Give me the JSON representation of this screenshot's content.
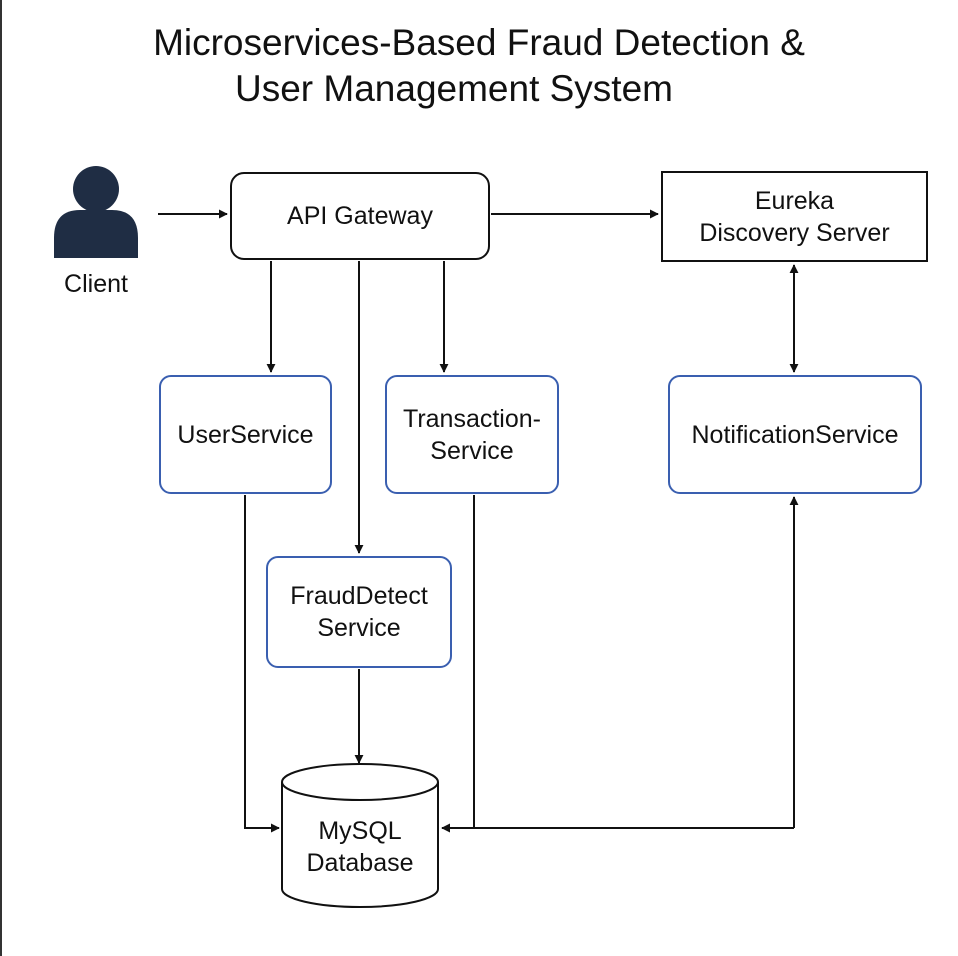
{
  "title": {
    "line1": "Microservices-Based Fraud Detection &",
    "line2": "User Management System"
  },
  "client": {
    "label": "Client",
    "icon": "user-icon",
    "color": "#1f2d44"
  },
  "nodes": {
    "gateway": {
      "label": "API Gateway"
    },
    "eureka": {
      "line1": "Eureka",
      "line2": "Discovery Server"
    },
    "user_service": {
      "label": "UserService"
    },
    "transaction_service": {
      "line1": "Transaction-",
      "line2": "Service"
    },
    "notification_service": {
      "label": "NotificationService"
    },
    "fraud_service": {
      "line1": "FraudDetect",
      "line2": "Service"
    },
    "database": {
      "line1": "MySQL",
      "line2": "Database"
    }
  },
  "edges": [
    {
      "from": "client",
      "to": "gateway",
      "type": "directed"
    },
    {
      "from": "gateway",
      "to": "eureka",
      "type": "directed"
    },
    {
      "from": "gateway",
      "to": "user_service",
      "type": "directed"
    },
    {
      "from": "gateway",
      "to": "fraud_service",
      "type": "directed"
    },
    {
      "from": "gateway",
      "to": "transaction_service",
      "type": "directed"
    },
    {
      "from": "eureka",
      "to": "notification_service",
      "type": "bidirectional"
    },
    {
      "from": "user_service",
      "to": "database",
      "type": "directed"
    },
    {
      "from": "fraud_service",
      "to": "database",
      "type": "directed"
    },
    {
      "from": "transaction_service",
      "to": "database",
      "type": "directed"
    },
    {
      "from": "database",
      "to": "notification_service",
      "type": "directed"
    }
  ],
  "colors": {
    "service_border": "#3a5fb0",
    "line": "#111111"
  }
}
